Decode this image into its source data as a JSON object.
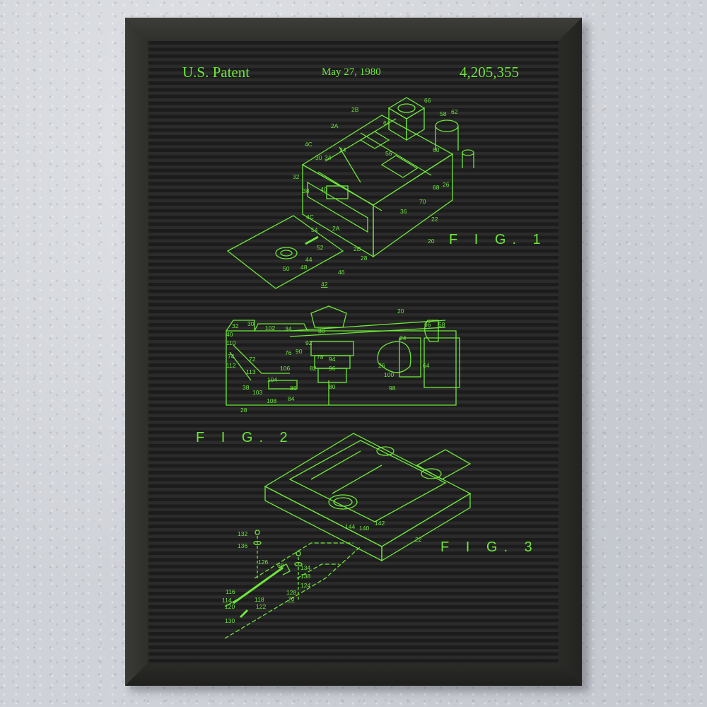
{
  "header": {
    "left": "U.S. Patent",
    "date": "May 27, 1980",
    "patent_number": "4,205,355"
  },
  "figures": [
    {
      "label": "F I G. 1"
    },
    {
      "label": "F I G. 2"
    },
    {
      "label": "F I G. 3"
    }
  ],
  "colors": {
    "line": "#6ee63a",
    "board_dark": "#1c1c1c",
    "board_light": "#2b2b2b",
    "frame": "#2c2c29",
    "wall": "#cfd2d8"
  },
  "fig1_refs": [
    "66",
    "58",
    "62",
    "2B",
    "64",
    "2A",
    "4C",
    "24",
    "56",
    "60",
    "30",
    "34",
    "32",
    "38",
    "40",
    "68",
    "26",
    "70",
    "36",
    "22",
    "20",
    "4C",
    "54",
    "2A",
    "52",
    "2B",
    "28",
    "44",
    "48",
    "50",
    "46",
    "42"
  ],
  "fig2_refs": [
    "20",
    "32",
    "30",
    "102",
    "34",
    "88",
    "24",
    "64",
    "66",
    "58",
    "40",
    "110",
    "92",
    "90",
    "78",
    "94",
    "76",
    "74",
    "72",
    "82",
    "96",
    "106",
    "26",
    "100",
    "112",
    "113",
    "104",
    "80",
    "98",
    "38",
    "103",
    "86",
    "84",
    "108",
    "28"
  ],
  "fig3_refs": [
    "132",
    "136",
    "126",
    "68",
    "134",
    "138",
    "124",
    "128",
    "116",
    "70",
    "114",
    "118",
    "120",
    "122",
    "130",
    "144",
    "140",
    "142",
    "22"
  ]
}
